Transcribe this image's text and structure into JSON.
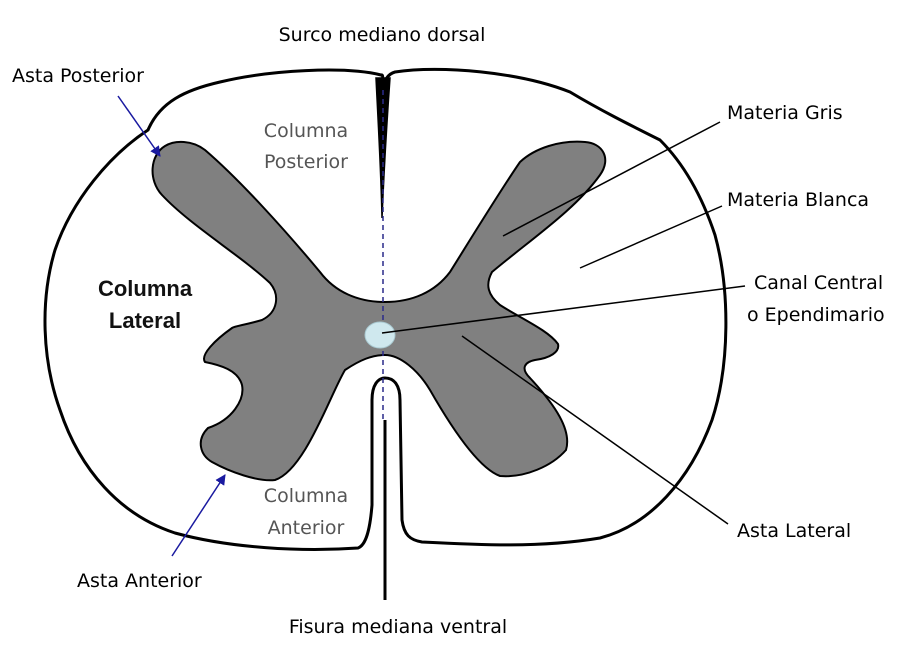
{
  "labels": {
    "surco_mediano_dorsal": "Surco mediano dorsal",
    "asta_posterior": "Asta Posterior",
    "materia_gris": "Materia Gris",
    "materia_blanca": "Materia Blanca",
    "canal_central_1": "Canal Central",
    "canal_central_2": "o Ependimario",
    "asta_lateral": "Asta Lateral",
    "asta_anterior": "Asta Anterior",
    "fisura_mediana_ventral": "Fisura mediana ventral"
  },
  "regions": {
    "columna_posterior_1": "Columna",
    "columna_posterior_2": "Posterior",
    "columna_lateral_1": "Columna",
    "columna_lateral_2": "Lateral",
    "columna_anterior_1": "Columna",
    "columna_anterior_2": "Anterior"
  },
  "colors": {
    "gray_matter": "#808080",
    "outline": "#000000",
    "central_canal": "#cfe8ee",
    "arrow": "#1a1aa0",
    "midline": "#2a2a8a"
  }
}
